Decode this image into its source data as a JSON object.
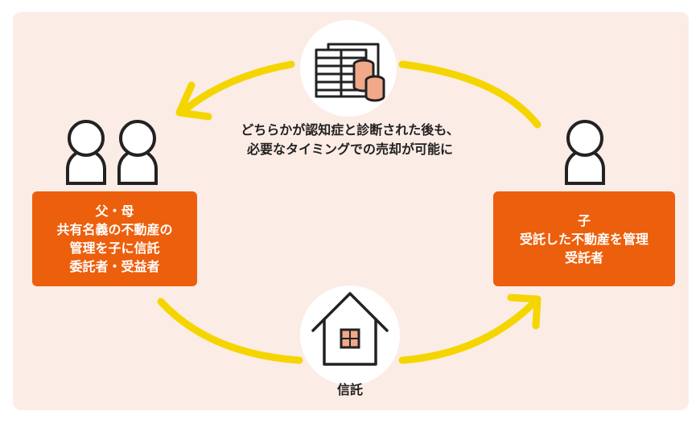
{
  "parents": {
    "lines": [
      "父・母",
      "共有名義の不動産の",
      "管理を子に信託",
      "委託者・受益者"
    ]
  },
  "child": {
    "lines": [
      "子",
      "受託した不動産を管理",
      "受託者"
    ]
  },
  "caption": {
    "lines": [
      "どちらかが認知症と診断された後も、",
      "必要なタイミングでの売却が可能に"
    ]
  },
  "trust_label": "信託",
  "icons": [
    "money-icon",
    "house-icon",
    "person-icon"
  ],
  "colors": {
    "background": "#fcece6",
    "box": "#ec5f0c",
    "arrow": "#f5d500",
    "coin": "#f1a98a",
    "line": "#222222"
  }
}
